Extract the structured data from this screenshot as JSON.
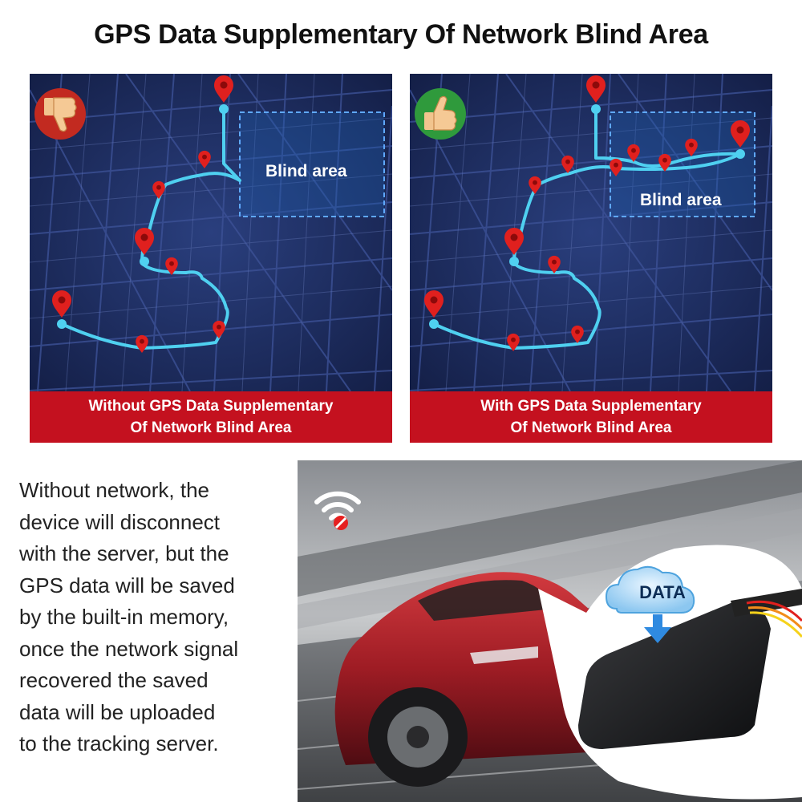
{
  "title": "GPS Data Supplementary Of Network Blind Area",
  "panels": [
    {
      "blind_area_label": "Blind area",
      "badge_icon": "thumbs-down-icon",
      "caption_line1": "Without GPS Data Supplementary",
      "caption_line2": "Of Network Blind Area"
    },
    {
      "blind_area_label": "Blind area",
      "badge_icon": "thumbs-up-icon",
      "caption_line1": "With GPS Data Supplementary",
      "caption_line2": "Of Network Blind Area"
    }
  ],
  "description": [
    "Without network, the",
    "device will disconnect",
    "with the server, but the",
    "GPS data will be saved",
    "by the built-in memory,",
    "once the network signal",
    "recovered the saved",
    "data will be uploaded",
    "to the tracking server."
  ],
  "photo": {
    "data_label": "DATA",
    "icons": [
      "no-wifi-icon",
      "cloud-icon",
      "download-arrow-icon"
    ]
  },
  "colors": {
    "caption_red": "#c4111f",
    "map_dark": "#1b2a5c",
    "route_cyan": "#4fd0f0",
    "pin_red": "#e0201e",
    "badge_red": "#c22a20",
    "badge_green": "#2f9a3c"
  }
}
